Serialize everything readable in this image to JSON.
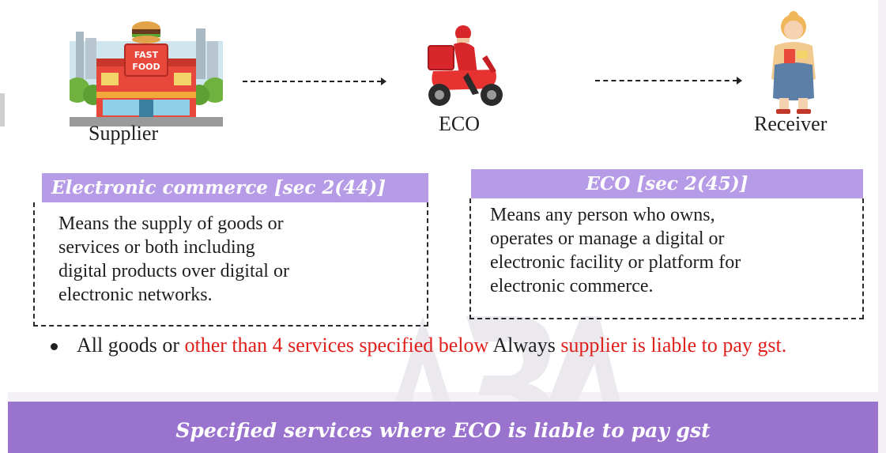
{
  "actors": {
    "supplier": {
      "label": "Supplier",
      "sign": "FAST FOOD"
    },
    "eco": {
      "label": "ECO"
    },
    "receiver": {
      "label": "Receiver"
    }
  },
  "definitions": [
    {
      "heading": "Electronic commerce [sec 2(44)]",
      "lines": [
        "Means the supply of goods or",
        "services or both including",
        "digital products over digital or",
        "electronic networks."
      ]
    },
    {
      "heading": "ECO [sec 2(45)]",
      "lines": [
        "Means any person who owns,",
        "operates or manage a digital or",
        "electronic facility or platform for",
        "electronic commerce."
      ]
    }
  ],
  "bullet": {
    "part1": "All goods or ",
    "part2": "other than 4 services specified below",
    "part3": " Always ",
    "part4": "supplier is liable to pay gst."
  },
  "banner": {
    "title": "Specified services where ECO is liable to pay gst"
  },
  "colors": {
    "heading_bg": "#b69be6",
    "banner_bg": "#9a73cf",
    "highlight_red": "#e0201b",
    "slide_bg": "#f3f0f6"
  }
}
